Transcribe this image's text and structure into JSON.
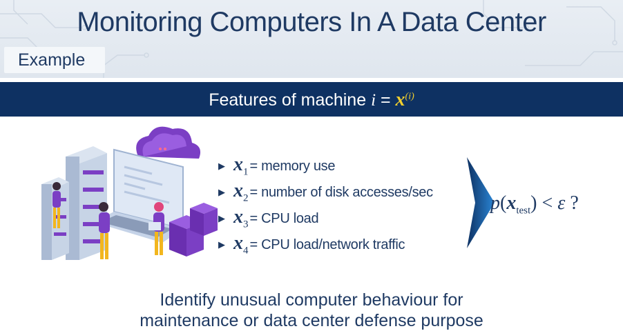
{
  "header": {
    "title": "Monitoring Computers In A Data Center",
    "tag": "Example"
  },
  "band": {
    "prefix": "Features of machine",
    "index_symbol": "i",
    "equals": "=",
    "vector_symbol": "x",
    "superscript": "(i)"
  },
  "features": [
    {
      "symbol": "x",
      "subscript": "1",
      "text": "= memory use"
    },
    {
      "symbol": "x",
      "subscript": "2",
      "text": "= number of disk accesses/sec"
    },
    {
      "symbol": "x",
      "subscript": "3",
      "text": "= CPU load"
    },
    {
      "symbol": "x",
      "subscript": "4",
      "text": "= CPU load/network traffic"
    }
  ],
  "formula": {
    "p": "p",
    "open": "(",
    "x": "x",
    "sub": "test",
    "close": ")",
    "lt": "<",
    "epsilon": "ε",
    "q": "?"
  },
  "conclusion": {
    "line1": "Identify unusual computer behaviour for",
    "line2": "maintenance or data center defense purpose"
  },
  "colors": {
    "navy": "#0e3162",
    "text": "#1f3a63",
    "highlight": "#f2cf2e",
    "purple": "#7b3fc4",
    "arrow": "#1f6fb5"
  },
  "icons": [
    "data-center-illustration-icon",
    "chevron-arrow-icon",
    "bullet-triangle-icon"
  ]
}
